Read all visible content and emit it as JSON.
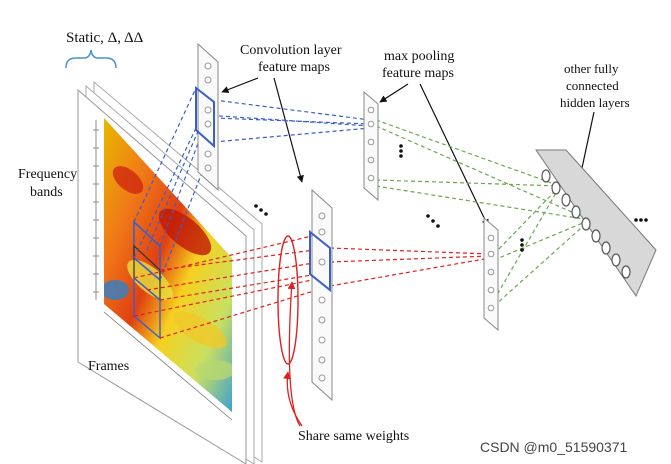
{
  "labels": {
    "input_channels": "Static, Δ, ΔΔ",
    "frequency_line1": "Frequency",
    "frequency_line2": "bands",
    "frames": "Frames",
    "conv_line1": "Convolution layer",
    "conv_line2": "feature maps",
    "pool_line1": "max pooling",
    "pool_line2": "feature maps",
    "fc_line1": "other fully",
    "fc_line2": "connected",
    "fc_line3": "hidden layers",
    "share": "Share same weights",
    "watermark": "CSDN @m0_51590371"
  },
  "colors": {
    "blue_connections": "#3a5fcd",
    "red_connections": "#e02020",
    "green_connections": "#6aa84f",
    "brace": "#4a90d9"
  }
}
